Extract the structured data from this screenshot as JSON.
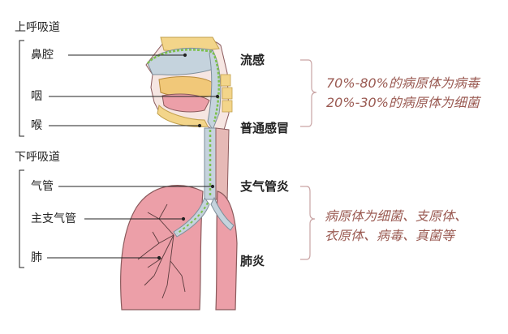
{
  "upper_tract": {
    "title": "上呼吸道",
    "items": [
      "鼻腔",
      "咽",
      "喉"
    ]
  },
  "lower_tract": {
    "title": "下呼吸道",
    "items": [
      "气管",
      "主支气管",
      "肺"
    ]
  },
  "diseases": {
    "flu": "流感",
    "cold": "普通感冒",
    "bronchitis": "支气管炎",
    "pneumonia": "肺炎"
  },
  "notes": {
    "upper_line1": "70%-80%的病原体为病毒",
    "upper_line2": "20%-30%的病原体为细菌",
    "lower_line1": "病原体为细菌、支原体、",
    "lower_line2": "衣原体、病毒、真菌等"
  },
  "colors": {
    "lung": "#ec9fa8",
    "lung_outline": "#8a5a5c",
    "airway": "#c5d3dd",
    "mucosa": "#7cc04a",
    "note_text": "#9a5a52",
    "bracket": "#c9a4a4"
  }
}
